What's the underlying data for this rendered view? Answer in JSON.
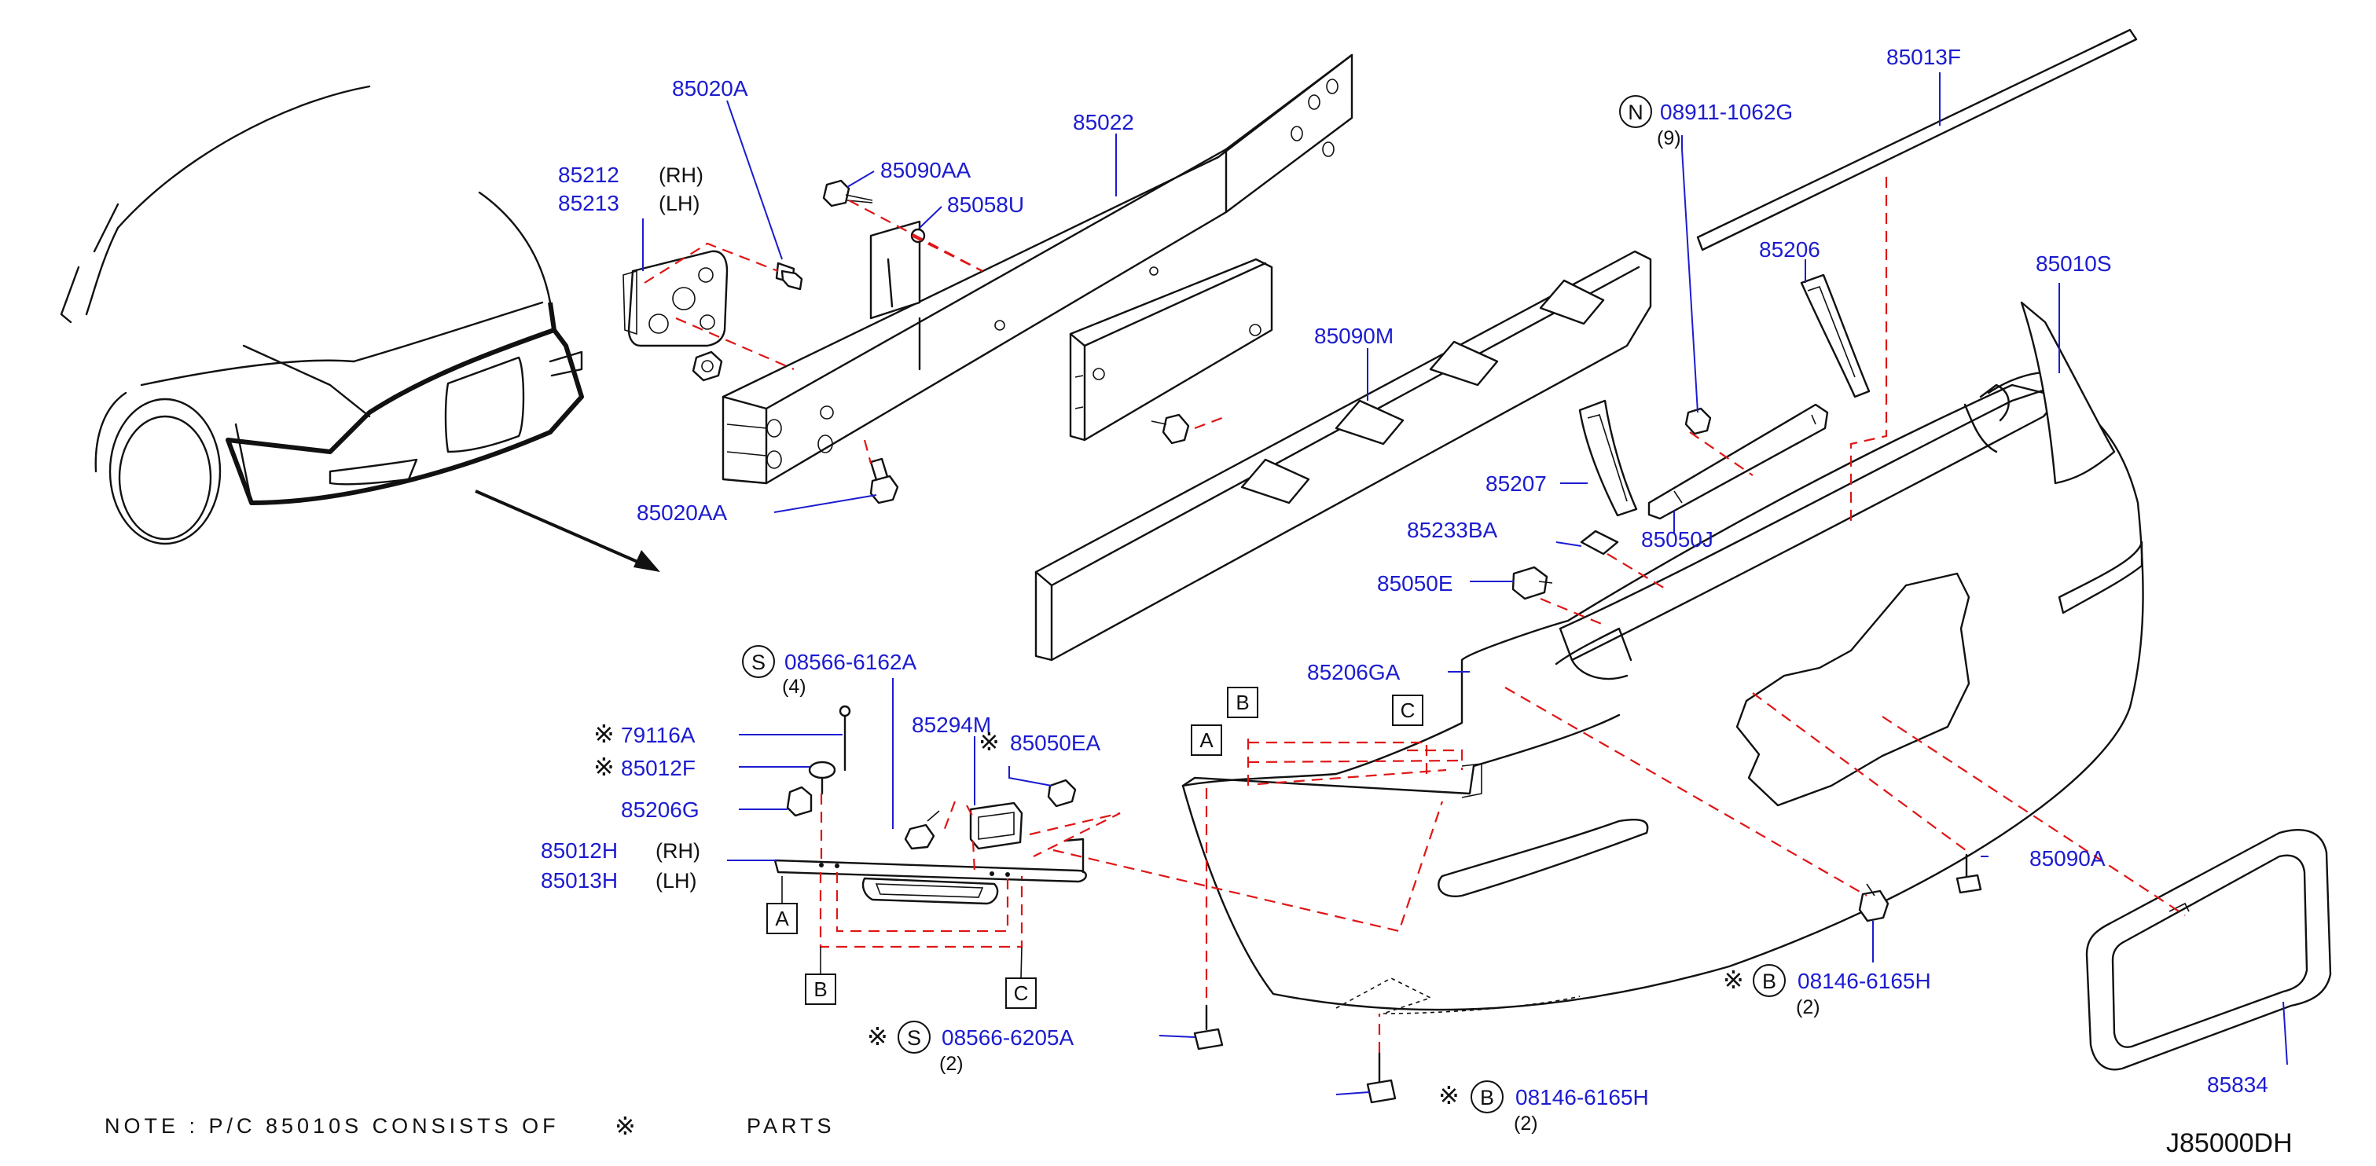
{
  "diagram_code": "J85000DH",
  "note": {
    "prefix": "NOTE  :  P/C  85010S  CONSISTS  OF",
    "symbol": "※",
    "suffix": "PARTS"
  },
  "symbols": {
    "kome": "※",
    "S": "S",
    "N": "N",
    "B": "B"
  },
  "labels": {
    "p85020A": "85020A",
    "p85212": "85212",
    "p85212_q": "(RH)",
    "p85213": "85213",
    "p85213_q": "(LH)",
    "p85090AA": "85090AA",
    "p85058U": "85058U",
    "p85022": "85022",
    "p85020AA": "85020AA",
    "p85090M": "85090M",
    "p08911": "08911-1062G",
    "p08911_qty": "(9)",
    "p85013F": "85013F",
    "p85206": "85206",
    "p85010S": "85010S",
    "p85207": "85207",
    "p85050J": "85050J",
    "p85233BA": "85233BA",
    "p85050E": "85050E",
    "p85206GA": "85206GA",
    "p08566_6162A": "08566-6162A",
    "p08566_6162A_qty": "(4)",
    "p79116A": "79116A",
    "p85012F": "85012F",
    "p85206G": "85206G",
    "p85012H": "85012H",
    "p85012H_q": "(RH)",
    "p85013H": "85013H",
    "p85013H_q": "(LH)",
    "p85294M": "85294M",
    "p85050EA": "85050EA",
    "p08566_6205A": "08566-6205A",
    "p08566_6205A_qty": "(2)",
    "p85090A": "85090A",
    "p08146_a": "08146-6165H",
    "p08146_a_qty": "(2)",
    "p08146_b": "08146-6165H",
    "p08146_b_qty": "(2)",
    "p85834": "85834"
  },
  "ref_boxes": {
    "A": "A",
    "B": "B",
    "C": "C"
  },
  "colors": {
    "part_label": "#1c1cd0",
    "leader": "#1c1cd0",
    "dashed_guide": "#e01515",
    "line_art": "#111111"
  }
}
